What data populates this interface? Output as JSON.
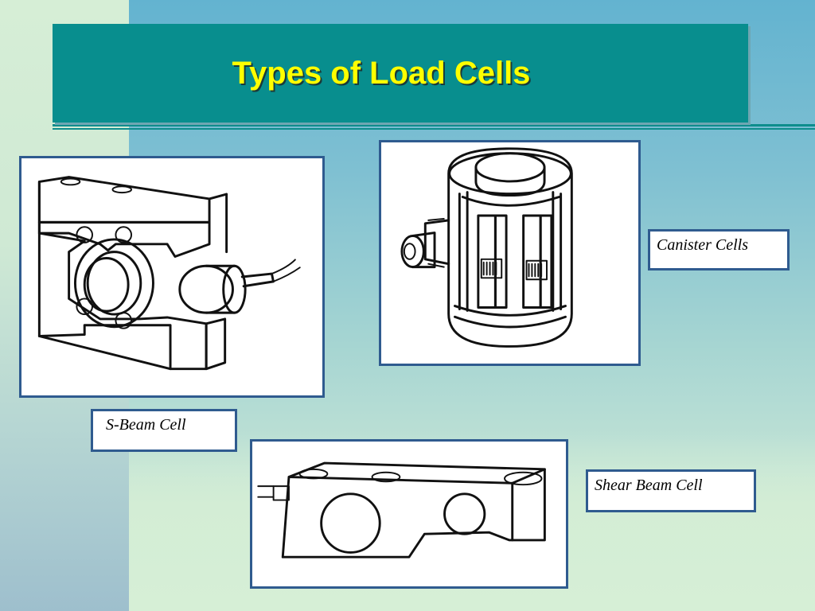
{
  "slide": {
    "title": "Types of Load Cells",
    "colors": {
      "title_bar": "#088e8e",
      "title_text": "#ffff00",
      "frame_border": "#2f5b8f"
    }
  },
  "figures": [
    {
      "caption": "S-Beam Cell",
      "icon": "s-beam-load-cell-drawing"
    },
    {
      "caption": "Canister Cells",
      "icon": "canister-load-cell-drawing"
    },
    {
      "caption": "Shear Beam Cell",
      "icon": "shear-beam-load-cell-drawing"
    }
  ]
}
